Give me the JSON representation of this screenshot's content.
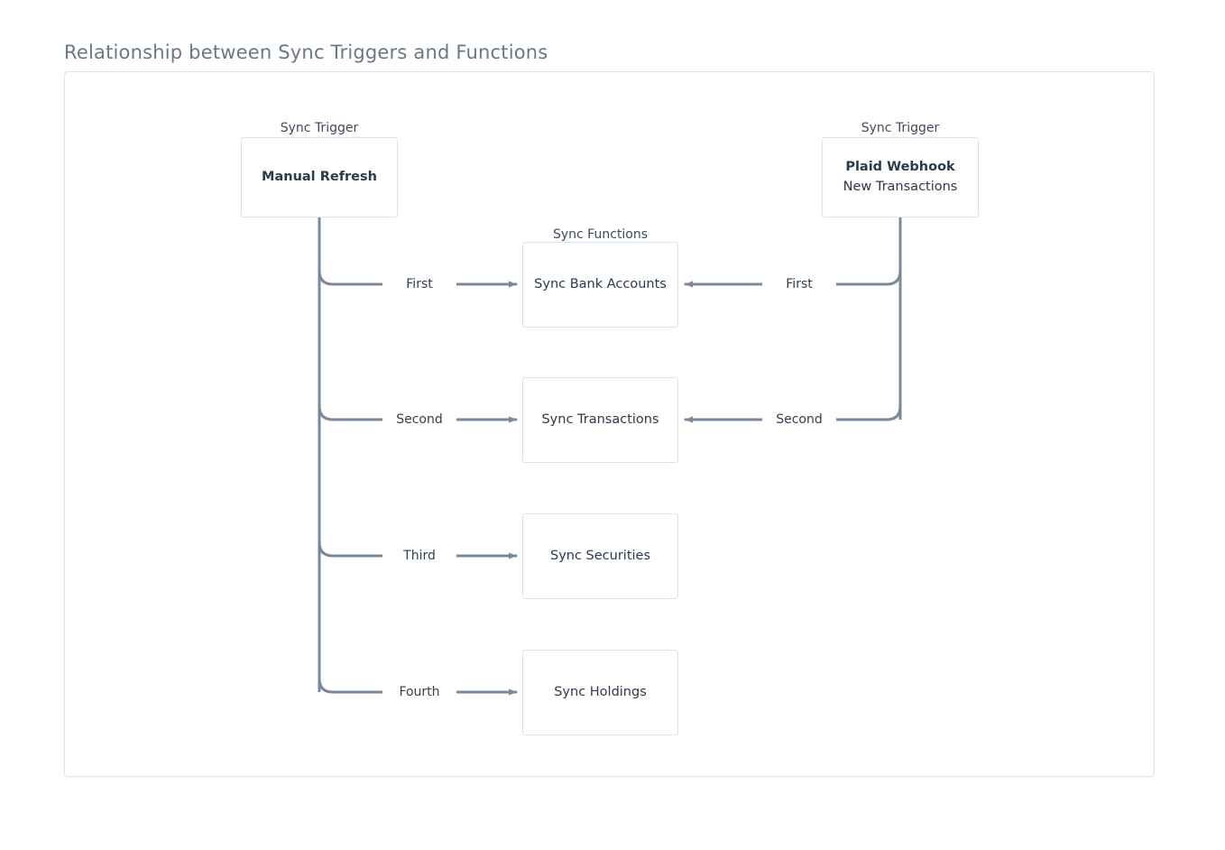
{
  "title": "Relationship between Sync Triggers and Functions",
  "clusters": [
    {
      "id": "trigger-left",
      "label": "Sync Trigger"
    },
    {
      "id": "trigger-right",
      "label": "Sync Trigger"
    },
    {
      "id": "functions",
      "label": "Sync Functions"
    }
  ],
  "nodes": {
    "manual_refresh": {
      "primary": "Manual Refresh"
    },
    "plaid_webhook": {
      "primary": "Plaid Webhook",
      "secondary": "New Transactions"
    },
    "sync_bank_accounts": {
      "primary": "Sync Bank Accounts"
    },
    "sync_transactions": {
      "primary": "Sync Transactions"
    },
    "sync_securities": {
      "primary": "Sync Securities"
    },
    "sync_holdings": {
      "primary": "Sync Holdings"
    }
  },
  "edges": {
    "manual_first": {
      "label": "First",
      "from": "Manual Refresh",
      "to": "Sync Bank Accounts"
    },
    "manual_second": {
      "label": "Second",
      "from": "Manual Refresh",
      "to": "Sync Transactions"
    },
    "manual_third": {
      "label": "Third",
      "from": "Manual Refresh",
      "to": "Sync Securities"
    },
    "manual_fourth": {
      "label": "Fourth",
      "from": "Manual Refresh",
      "to": "Sync Holdings"
    },
    "webhook_first": {
      "label": "First",
      "from": "Plaid Webhook",
      "to": "Sync Bank Accounts"
    },
    "webhook_second": {
      "label": "Second",
      "from": "Plaid Webhook",
      "to": "Sync Transactions"
    }
  },
  "colors": {
    "title_text": "#6b7785",
    "node_border": "#dde3ea",
    "panel_border": "#dfe4ea",
    "edge_stroke": "#7a8899",
    "node_text": "#2b3a4d",
    "background": "#ffffff"
  }
}
